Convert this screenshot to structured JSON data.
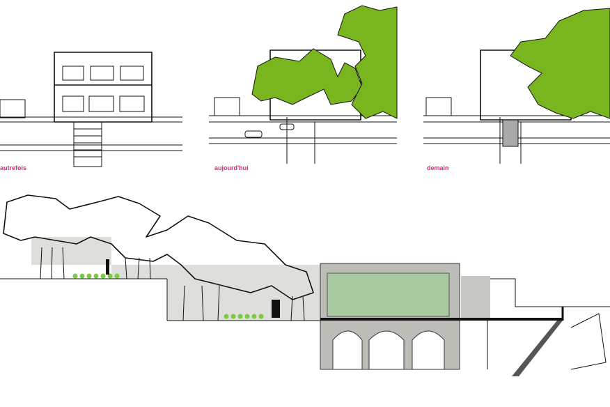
{
  "panels": [
    {
      "label": "autrefois"
    },
    {
      "label": "aujourd'hui"
    },
    {
      "label": "demain"
    }
  ],
  "colors": {
    "label": "#e8207a",
    "foliage": "#78b51e",
    "section_fill": "#d6d6d2",
    "green_dots": "#7ac943"
  }
}
